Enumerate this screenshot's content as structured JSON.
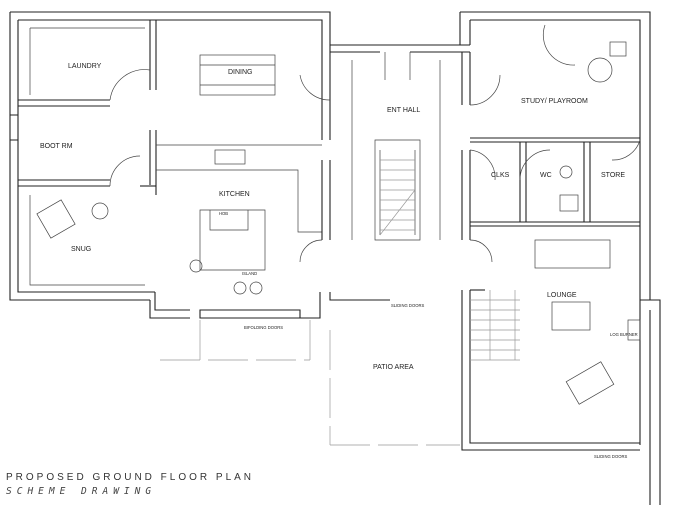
{
  "rooms": {
    "laundry": "LAUNDRY",
    "dining": "DINING",
    "ent_hall": "ENT HALL",
    "study": "STUDY/ PLAYROOM",
    "boot_rm": "BOOT RM",
    "kitchen": "KITCHEN",
    "clks": "CLKS",
    "wc": "WC",
    "store": "STORE",
    "snug": "SNUG",
    "lounge": "LOUNGE",
    "patio": "PATIO AREA"
  },
  "notes": {
    "hob": "HOB",
    "island": "ISLAND",
    "bifolding_doors": "BIFOLDING DOORS",
    "sliding_doors_patio": "SLIDING DOORS",
    "log_burner": "LOG BURNER",
    "sliding_doors_lounge": "SLIDING DOORS"
  },
  "title": {
    "main": "PROPOSED GROUND FLOOR PLAN",
    "sub": "SCHEME DRAWING"
  }
}
